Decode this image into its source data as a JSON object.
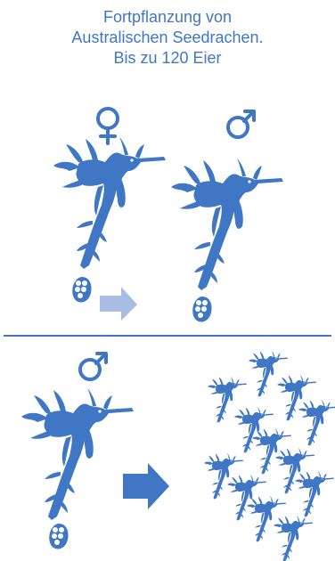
{
  "title": {
    "lines": [
      "Fortpflanzung von",
      "Australischen Seedrachen.",
      "Bis zu 120 Eier"
    ]
  },
  "colors": {
    "primary": "#3f77c5",
    "arrow_light": "#a9bde3",
    "divider": "#3f77c5",
    "background": "#ffffff"
  },
  "symbols": {
    "female": "female-symbol",
    "male": "male-symbol"
  },
  "icons": [
    "female-icon",
    "male-icon",
    "seadragon-icon",
    "egg-cluster-icon",
    "arrow-icon"
  ]
}
